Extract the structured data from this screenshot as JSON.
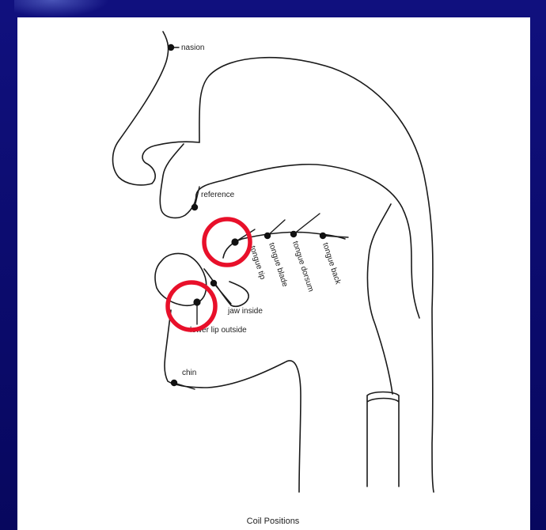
{
  "caption": "Coil Positions",
  "labels": {
    "nasion": "nasion",
    "reference": "reference",
    "tongue_tip": "tongue tip",
    "tongue_blade": "tongue blade",
    "tongue_dorsum": "tongue dorsum",
    "tongue_back": "tongue back",
    "jaw_inside": "jaw inside",
    "lip": "lower lip outside",
    "chin": "chin"
  },
  "colors": {
    "frame": "#0a0a6e",
    "highlight_ring": "#e8102a",
    "ink": "#1a1a1a"
  }
}
